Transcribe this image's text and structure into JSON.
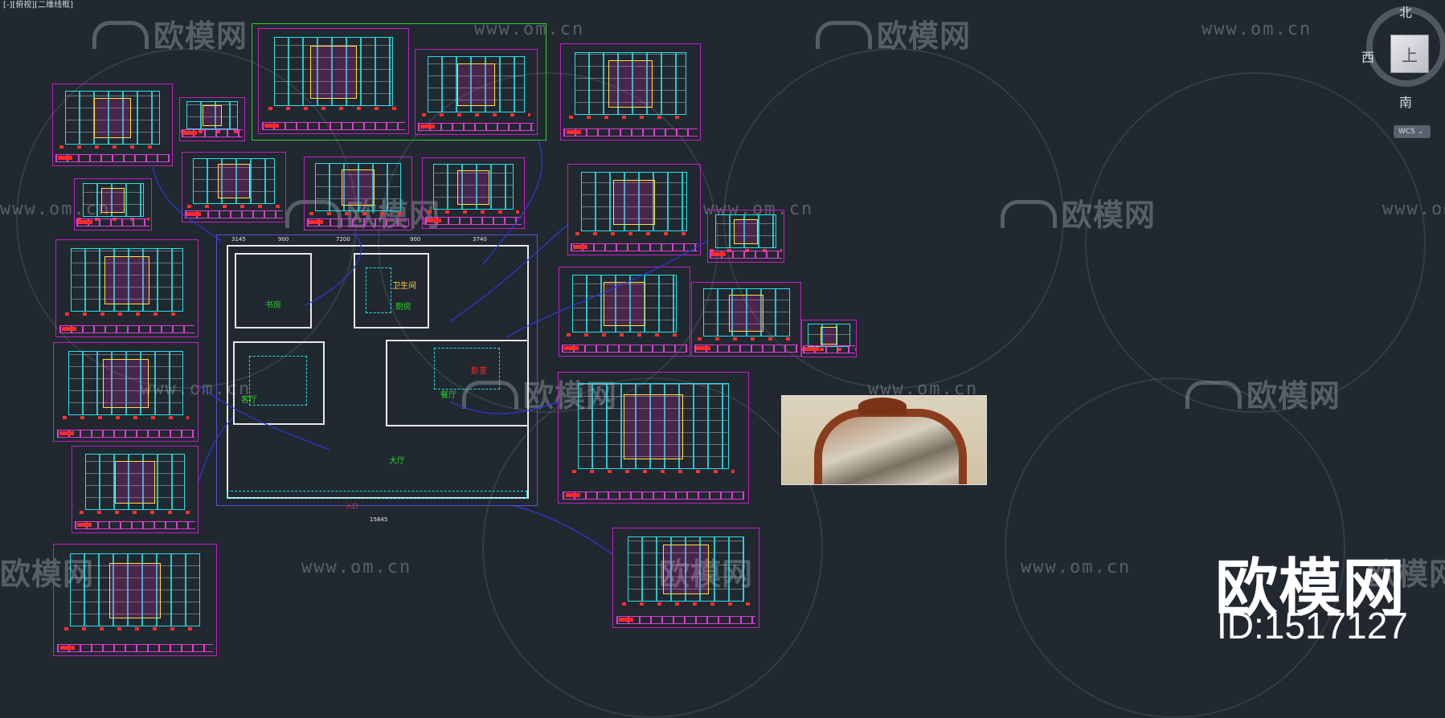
{
  "viewport": {
    "label": "[-][俯视][二维线框]"
  },
  "viewcube": {
    "north": "北",
    "south": "南",
    "west": "西",
    "face": "上",
    "wcs": "WCS ⌄"
  },
  "watermark": {
    "logo": "欧模网",
    "url": "www.om.cn"
  },
  "brand": {
    "logo": "欧模网",
    "id": "ID:1517127"
  },
  "floorplan": {
    "dims_top": [
      "3145",
      "900",
      "7200",
      "900",
      "3740"
    ],
    "dim_bottom": "15845",
    "rooms": [
      "书房",
      "卫生间",
      "厨房",
      "客厅",
      "餐厅",
      "大厅",
      "卧室"
    ],
    "bottom_label": "入口"
  },
  "colors": {
    "background": "#212830",
    "sheet_border": "#c21fc2",
    "cyan": "#27e0e8",
    "red": "#ff2a2a",
    "green": "#2bd12b"
  }
}
